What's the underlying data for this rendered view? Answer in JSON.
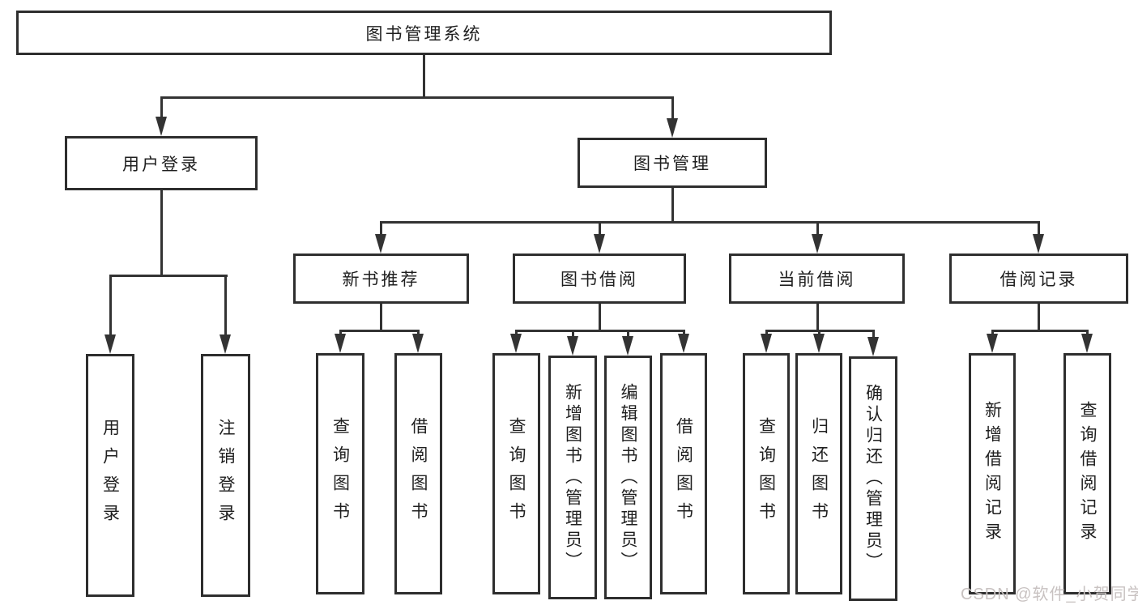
{
  "diagram_title": "图书管理系统",
  "tree": {
    "label": "图书管理系统",
    "children": [
      {
        "label": "用户登录",
        "children": [
          {
            "label": "用户登录"
          },
          {
            "label": "注销登录"
          }
        ]
      },
      {
        "label": "图书管理",
        "children": [
          {
            "label": "新书推荐",
            "children": [
              {
                "label": "查询图书"
              },
              {
                "label": "借阅图书"
              }
            ]
          },
          {
            "label": "图书借阅",
            "children": [
              {
                "label": "查询图书"
              },
              {
                "label": "新增图书（管理员）"
              },
              {
                "label": "编辑图书（管理员）"
              },
              {
                "label": "借阅图书"
              }
            ]
          },
          {
            "label": "当前借阅",
            "children": [
              {
                "label": "查询图书"
              },
              {
                "label": "归还图书"
              },
              {
                "label": "确认归还（管理员）"
              }
            ]
          },
          {
            "label": "借阅记录",
            "children": [
              {
                "label": "新增借阅记录"
              },
              {
                "label": "查询借阅记录"
              }
            ]
          }
        ]
      }
    ]
  },
  "watermark": {
    "text": "CSDN @软件_小贺同学"
  },
  "colors": {
    "line": "#333333",
    "box_border": "#2e2e2e",
    "box_fill": "#ffffff",
    "text": "#1f1f1f",
    "watermark": "#c8c2c1",
    "background": "#ffffff"
  }
}
